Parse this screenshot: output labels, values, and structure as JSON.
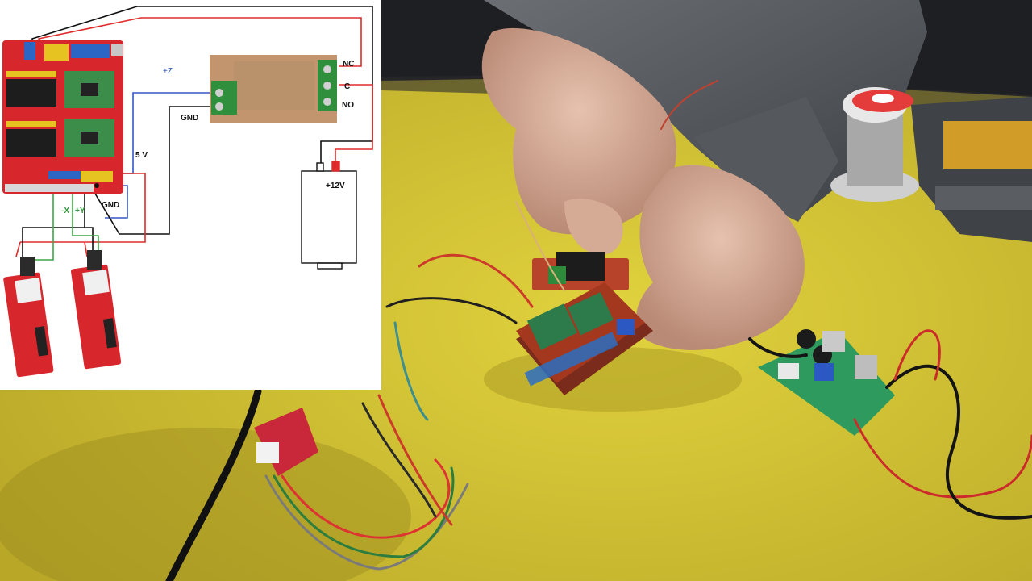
{
  "diagram": {
    "relay_labels": {
      "nc": "NC",
      "c": "C",
      "no": "NO"
    },
    "z_label": "+Z",
    "gnd_relay": "GND",
    "five_v": "5 V",
    "gnd_board": "GND",
    "x_label": "-X",
    "y_label": "+Y",
    "psu_label": "+12V"
  },
  "colors": {
    "wire_red": "#e02b2b",
    "wire_black": "#111111",
    "wire_blue": "#3557c9",
    "wire_green": "#3aa845",
    "board_red": "#d7262c",
    "driver_green": "#3c8c4a",
    "relay_green": "#2f8f3c",
    "table_yellow": "#d8c636"
  }
}
